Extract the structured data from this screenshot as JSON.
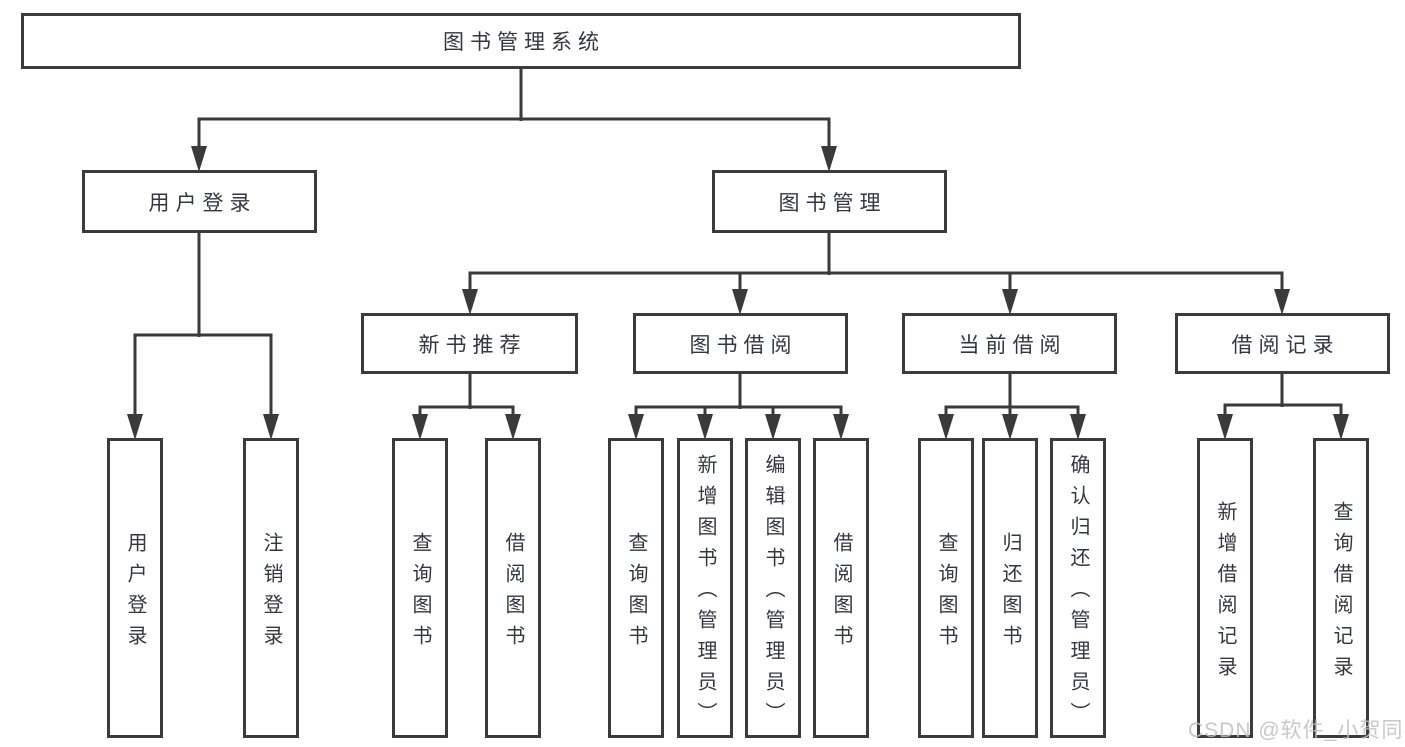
{
  "tree": {
    "root": {
      "label": "图书管理系统"
    },
    "branches": [
      {
        "label": "用户登录",
        "leaves": [
          {
            "label": "用户登录"
          },
          {
            "label": "注销登录"
          }
        ]
      },
      {
        "label": "图书管理",
        "sections": [
          {
            "label": "新书推荐",
            "leaves": [
              {
                "label": "查询图书"
              },
              {
                "label": "借阅图书"
              }
            ]
          },
          {
            "label": "图书借阅",
            "leaves": [
              {
                "label": "查询图书"
              },
              {
                "label": "新增图书（管理员）"
              },
              {
                "label": "编辑图书（管理员）"
              },
              {
                "label": "借阅图书"
              }
            ]
          },
          {
            "label": "当前借阅",
            "leaves": [
              {
                "label": "查询图书"
              },
              {
                "label": "归还图书"
              },
              {
                "label": "确认归还（管理员）"
              }
            ]
          },
          {
            "label": "借阅记录",
            "leaves": [
              {
                "label": "新增借阅记录"
              },
              {
                "label": "查询借阅记录"
              }
            ]
          }
        ]
      }
    ]
  },
  "watermark": {
    "text": "CSDN @软件_小贺同学",
    "color": "#bfbfbf"
  },
  "colors": {
    "line": "#3a3a3a",
    "box_border": "#3b3b3b",
    "text": "#333740",
    "background": "#ffffff"
  }
}
